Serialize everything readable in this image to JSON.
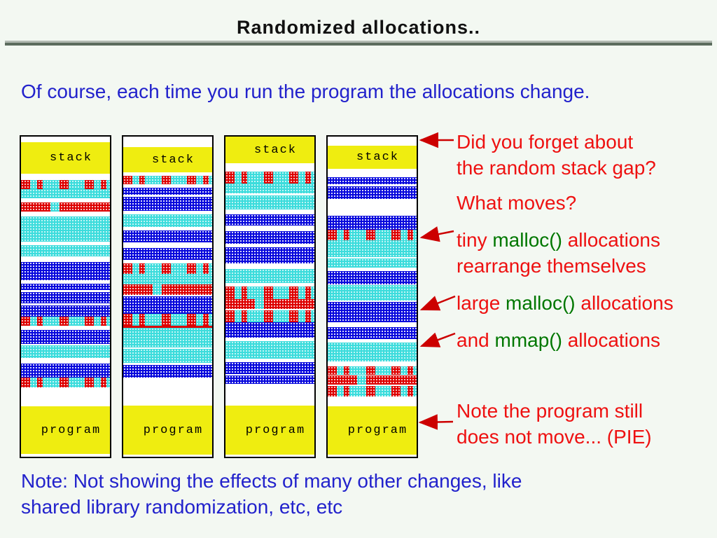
{
  "slide": {
    "title": "Randomized allocations..",
    "intro": "Of course, each time you run the program the allocations change.",
    "footnote_line1": "Note: Not showing the effects of many other changes, like",
    "footnote_line2": "shared library randomization, etc, etc"
  },
  "annotations": {
    "stack_gap": {
      "line1": "Did you forget about",
      "line2": "the random stack gap?"
    },
    "what_moves": {
      "line1": "What moves?"
    },
    "tiny_malloc": {
      "pre": "tiny ",
      "fn": "malloc()",
      "post": " allocations",
      "line2": "rearrange themselves"
    },
    "large_malloc": {
      "pre": "large ",
      "fn": "malloc()",
      "post": " allocations"
    },
    "mmap": {
      "pre": "and ",
      "fn": "mmap()",
      "post": " allocations"
    },
    "pie": {
      "line1": "Note the program still",
      "line2": "does not move... (PIE)"
    }
  },
  "colors": {
    "background": "#f3f8f2",
    "title_text": "#111111",
    "blue_text": "#2222cc",
    "red_text": "#ee1111",
    "green_text": "#007700",
    "arrow": "#cc0000",
    "stack_program_fill": "#efed10",
    "large_malloc_band": "#0808dc",
    "mmap_band": "#3cdcdc",
    "tiny_malloc_band": "#dd0000",
    "column_border": "#000000"
  },
  "columns": [
    {
      "name": "run-1",
      "stack_label": "stack",
      "program_label": "program",
      "bands": [
        {
          "t": "gap",
          "h": 8
        },
        {
          "t": "stack",
          "h": 45
        },
        {
          "t": "gap",
          "h": 9
        },
        {
          "t": "tiny",
          "h": 13
        },
        {
          "t": "cyan",
          "h": 13
        },
        {
          "t": "gap",
          "h": 6
        },
        {
          "t": "red2",
          "h": 13
        },
        {
          "t": "gap",
          "h": 7
        },
        {
          "t": "cyan",
          "h": 36
        },
        {
          "t": "gap",
          "h": 5
        },
        {
          "t": "cyan",
          "h": 16
        },
        {
          "t": "gap",
          "h": 8
        },
        {
          "t": "blue",
          "h": 26
        },
        {
          "t": "gap",
          "h": 5
        },
        {
          "t": "blue",
          "h": 9
        },
        {
          "t": "gap",
          "h": 3
        },
        {
          "t": "blue",
          "h": 16
        },
        {
          "t": "gap",
          "h": 3
        },
        {
          "t": "blue",
          "h": 16
        },
        {
          "t": "tiny",
          "h": 13
        },
        {
          "t": "gap",
          "h": 6
        },
        {
          "t": "blue",
          "h": 20
        },
        {
          "t": "gap",
          "h": 2
        },
        {
          "t": "cyan",
          "h": 18
        },
        {
          "t": "gap",
          "h": 8
        },
        {
          "t": "blue",
          "h": 20
        },
        {
          "t": "tiny",
          "h": 14
        },
        {
          "t": "gap",
          "h": 27
        },
        {
          "t": "program",
          "h": 68
        },
        {
          "t": "gap",
          "h": 4
        }
      ]
    },
    {
      "name": "run-2",
      "stack_label": "stack",
      "program_label": "program",
      "bands": [
        {
          "t": "gap",
          "h": 15
        },
        {
          "t": "stack",
          "h": 36
        },
        {
          "t": "gap",
          "h": 5
        },
        {
          "t": "tiny",
          "h": 12
        },
        {
          "t": "gap",
          "h": 5
        },
        {
          "t": "blue",
          "h": 10
        },
        {
          "t": "gap",
          "h": 3
        },
        {
          "t": "blue",
          "h": 20
        },
        {
          "t": "gap",
          "h": 5
        },
        {
          "t": "cyan",
          "h": 18
        },
        {
          "t": "gap",
          "h": 5
        },
        {
          "t": "blue",
          "h": 17
        },
        {
          "t": "gap",
          "h": 8
        },
        {
          "t": "blue",
          "h": 17
        },
        {
          "t": "gap",
          "h": 5
        },
        {
          "t": "tiny",
          "h": 15
        },
        {
          "t": "cyan",
          "h": 15
        },
        {
          "t": "red2",
          "h": 15
        },
        {
          "t": "gap",
          "h": 2
        },
        {
          "t": "blue",
          "h": 25
        },
        {
          "t": "tiny",
          "h": 17
        },
        {
          "t": "redline",
          "h": 3
        },
        {
          "t": "cyan",
          "h": 28
        },
        {
          "t": "gap",
          "h": 2
        },
        {
          "t": "cyan",
          "h": 20
        },
        {
          "t": "gap",
          "h": 3
        },
        {
          "t": "blue",
          "h": 18
        },
        {
          "t": "gap",
          "h": 40
        },
        {
          "t": "program",
          "h": 70
        },
        {
          "t": "gap",
          "h": 3
        }
      ]
    },
    {
      "name": "run-3",
      "stack_label": "stack",
      "program_label": "program",
      "bands": [
        {
          "t": "stack",
          "h": 38
        },
        {
          "t": "gap",
          "h": 12
        },
        {
          "t": "tiny",
          "h": 17
        },
        {
          "t": "cyan",
          "h": 14
        },
        {
          "t": "gap",
          "h": 3
        },
        {
          "t": "cyan",
          "h": 20
        },
        {
          "t": "gap",
          "h": 7
        },
        {
          "t": "blue",
          "h": 16
        },
        {
          "t": "gap",
          "h": 8
        },
        {
          "t": "blue",
          "h": 18
        },
        {
          "t": "gap",
          "h": 5
        },
        {
          "t": "blue",
          "h": 23
        },
        {
          "t": "gap",
          "h": 8
        },
        {
          "t": "cyan",
          "h": 20
        },
        {
          "t": "gap",
          "h": 5
        },
        {
          "t": "tiny",
          "h": 18
        },
        {
          "t": "red2",
          "h": 14
        },
        {
          "t": "gap",
          "h": 2
        },
        {
          "t": "tiny",
          "h": 17
        },
        {
          "t": "blue",
          "h": 22
        },
        {
          "t": "gap",
          "h": 5
        },
        {
          "t": "cyan",
          "h": 25
        },
        {
          "t": "gap",
          "h": 5
        },
        {
          "t": "blue",
          "h": 17
        },
        {
          "t": "gap",
          "h": 2
        },
        {
          "t": "blue",
          "h": 12
        },
        {
          "t": "gap",
          "h": 31
        },
        {
          "t": "program",
          "h": 70
        },
        {
          "t": "gap",
          "h": 3
        }
      ]
    },
    {
      "name": "run-4",
      "stack_label": "stack",
      "program_label": "program",
      "bands": [
        {
          "t": "gap",
          "h": 13
        },
        {
          "t": "stack",
          "h": 33
        },
        {
          "t": "gap",
          "h": 12
        },
        {
          "t": "blue",
          "h": 10
        },
        {
          "t": "gap",
          "h": 3
        },
        {
          "t": "blue",
          "h": 18
        },
        {
          "t": "gap",
          "h": 24
        },
        {
          "t": "blue",
          "h": 20
        },
        {
          "t": "tiny",
          "h": 15
        },
        {
          "t": "cyan",
          "h": 24
        },
        {
          "t": "gap",
          "h": 2
        },
        {
          "t": "cyan",
          "h": 13
        },
        {
          "t": "gap",
          "h": 5
        },
        {
          "t": "blue",
          "h": 19
        },
        {
          "t": "gap",
          "h": 1
        },
        {
          "t": "cyan",
          "h": 22
        },
        {
          "t": "gap",
          "h": 2
        },
        {
          "t": "blue",
          "h": 29
        },
        {
          "t": "gap",
          "h": 7
        },
        {
          "t": "blue",
          "h": 17
        },
        {
          "t": "gap",
          "h": 5
        },
        {
          "t": "cyan",
          "h": 27
        },
        {
          "t": "gap",
          "h": 7
        },
        {
          "t": "tiny",
          "h": 12
        },
        {
          "t": "gap",
          "h": 1
        },
        {
          "t": "red2",
          "h": 13
        },
        {
          "t": "gap",
          "h": 2
        },
        {
          "t": "tiny",
          "h": 15
        },
        {
          "t": "gap",
          "h": 14
        },
        {
          "t": "program",
          "h": 69
        },
        {
          "t": "gap",
          "h": 3
        }
      ]
    }
  ]
}
